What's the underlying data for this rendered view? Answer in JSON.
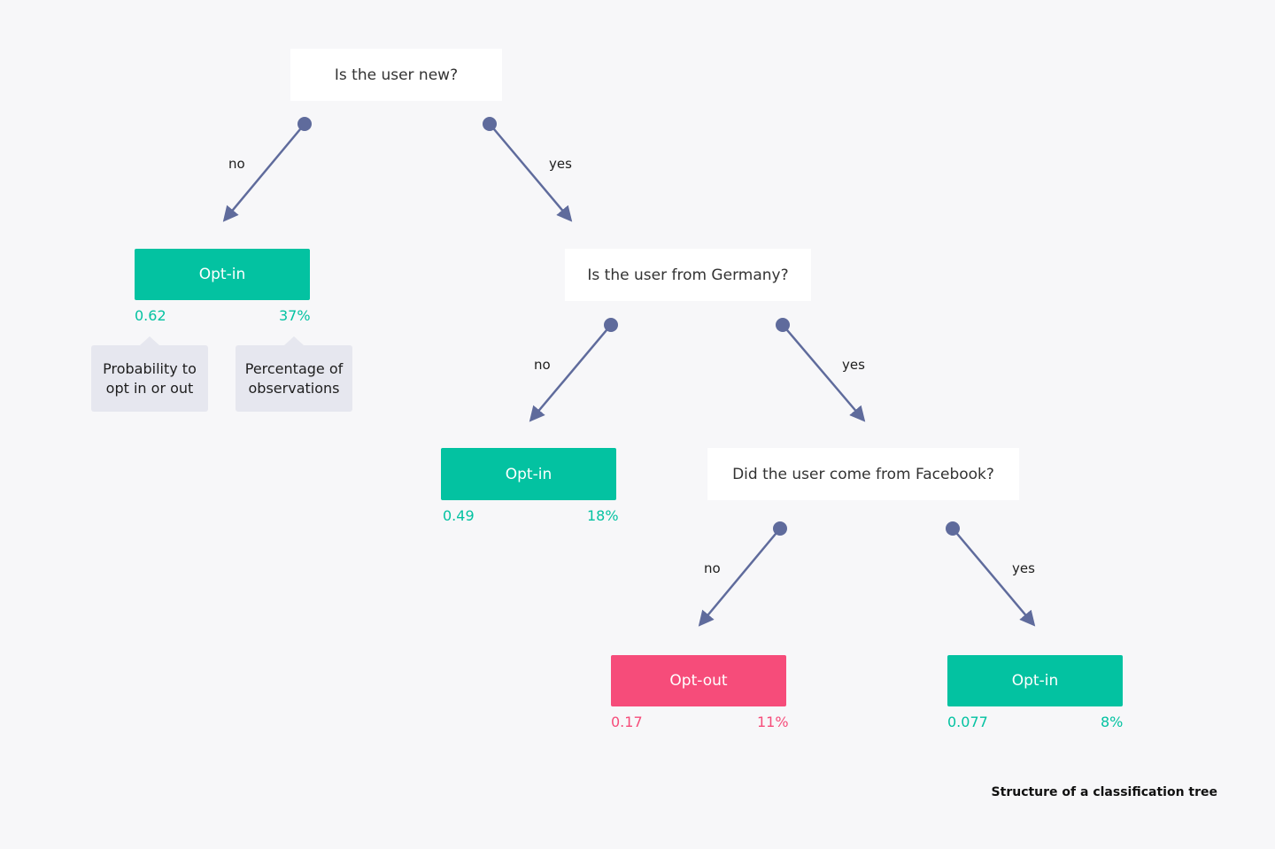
{
  "colors": {
    "opt_in": "#03c2a1",
    "opt_out": "#f64c7a",
    "edge": "#5f6b9c"
  },
  "nodes": {
    "root": {
      "question": "Is the user new?"
    },
    "germany": {
      "question": "Is the user from Germany?"
    },
    "facebook": {
      "question": "Did the user come from Facebook?"
    }
  },
  "leaves": {
    "leaf1": {
      "label": "Opt-in",
      "probability": "0.62",
      "percentage": "37%"
    },
    "leaf2": {
      "label": "Opt-in",
      "probability": "0.49",
      "percentage": "18%"
    },
    "leaf3": {
      "label": "Opt-out",
      "probability": "0.17",
      "percentage": "11%"
    },
    "leaf4": {
      "label": "Opt-in",
      "probability": "0.077",
      "percentage": "8%"
    }
  },
  "edge_labels": {
    "no": "no",
    "yes": "yes"
  },
  "callouts": {
    "probability": "Probability to opt in or out",
    "percentage": "Percentage of observations"
  },
  "caption": "Structure of a classification tree"
}
